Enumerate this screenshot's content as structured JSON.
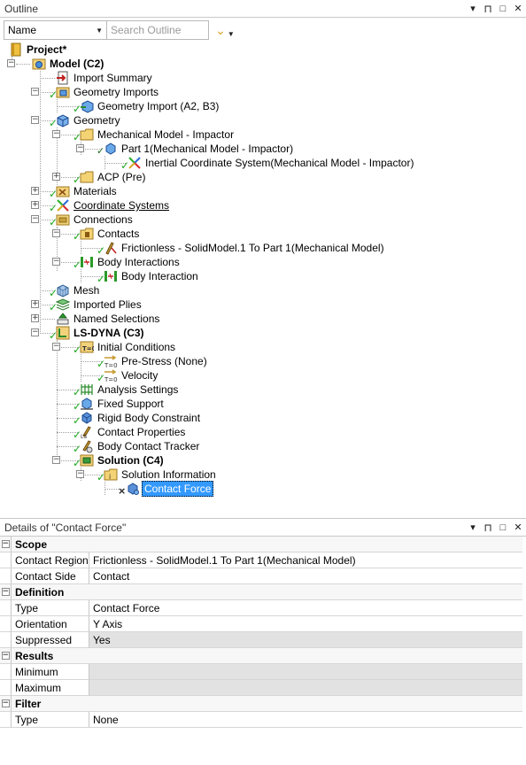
{
  "outline": {
    "title": "Outline",
    "controls": [
      "▾",
      "⊓",
      "□",
      "✕"
    ],
    "toolbar": {
      "name_select": "Name",
      "search_placeholder": "Search Outline"
    },
    "tree": [
      {
        "label": "Project*",
        "bold": true,
        "icon": "project-icon"
      },
      {
        "label": "Model (C2)",
        "bold": true,
        "icon": "model-icon"
      },
      {
        "label": "Import Summary",
        "icon": "import-summary-icon"
      },
      {
        "label": "Geometry Imports",
        "icon": "geometry-imports-icon"
      },
      {
        "label": "Geometry Import (A2, B3)",
        "icon": "geometry-import-icon"
      },
      {
        "label": "Geometry",
        "icon": "geometry-icon"
      },
      {
        "label": "Mechanical Model - Impactor",
        "icon": "folder-icon"
      },
      {
        "label": "Part 1(Mechanical Model - Impactor)",
        "icon": "part-icon"
      },
      {
        "label": "Inertial Coordinate System(Mechanical Model - Impactor)",
        "icon": "coordinate-system-icon"
      },
      {
        "label": "ACP (Pre)",
        "icon": "folder-icon"
      },
      {
        "label": "Materials",
        "icon": "materials-icon"
      },
      {
        "label": "Coordinate Systems",
        "icon": "coordinate-systems-icon",
        "underline": true
      },
      {
        "label": "Connections",
        "icon": "connections-icon"
      },
      {
        "label": "Contacts",
        "icon": "contacts-folder-icon"
      },
      {
        "label": "Frictionless - SolidModel.1 To Part 1(Mechanical Model)",
        "icon": "contact-region-icon"
      },
      {
        "label": "Body Interactions",
        "icon": "body-interactions-icon"
      },
      {
        "label": "Body Interaction",
        "icon": "body-interaction-icon"
      },
      {
        "label": "Mesh",
        "icon": "mesh-icon"
      },
      {
        "label": "Imported Plies",
        "icon": "imported-plies-icon"
      },
      {
        "label": "Named Selections",
        "icon": "named-selections-icon"
      },
      {
        "label": "LS-DYNA (C3)",
        "bold": true,
        "icon": "ls-dyna-icon"
      },
      {
        "label": "Initial Conditions",
        "icon": "initial-conditions-icon"
      },
      {
        "label": "Pre-Stress (None)",
        "icon": "pre-stress-icon"
      },
      {
        "label": "Velocity",
        "icon": "velocity-icon"
      },
      {
        "label": "Analysis Settings",
        "icon": "analysis-settings-icon"
      },
      {
        "label": "Fixed Support",
        "icon": "fixed-support-icon"
      },
      {
        "label": "Rigid Body Constraint",
        "icon": "rigid-body-constraint-icon"
      },
      {
        "label": "Contact Properties",
        "icon": "contact-properties-icon"
      },
      {
        "label": "Body Contact Tracker",
        "icon": "body-contact-tracker-icon"
      },
      {
        "label": "Solution (C4)",
        "bold": true,
        "icon": "solution-icon"
      },
      {
        "label": "Solution Information",
        "icon": "solution-information-icon"
      },
      {
        "label": "Contact Force",
        "icon": "contact-force-icon",
        "selected": true
      }
    ]
  },
  "details": {
    "title": "Details of \"Contact Force\"",
    "controls": [
      "▾",
      "⊓",
      "□",
      "✕"
    ],
    "sections": {
      "scope": "Scope",
      "definition": "Definition",
      "results": "Results",
      "filter": "Filter"
    },
    "rows": {
      "contact_region_name": "Contact Region",
      "contact_region_value": "Frictionless - SolidModel.1 To Part 1(Mechanical Model)",
      "contact_side_name": "Contact Side",
      "contact_side_value": "Contact",
      "type_name": "Type",
      "type_value": "Contact Force",
      "orientation_name": "Orientation",
      "orientation_value": "Y Axis",
      "suppressed_name": "Suppressed",
      "suppressed_value": "Yes",
      "minimum_name": "Minimum",
      "minimum_value": "",
      "maximum_name": "Maximum",
      "maximum_value": "",
      "filter_type_name": "Type",
      "filter_type_value": "None"
    }
  },
  "colors": {
    "selection": "#3399ff",
    "check": "#1fa81f",
    "folder": "#e8c15a"
  }
}
